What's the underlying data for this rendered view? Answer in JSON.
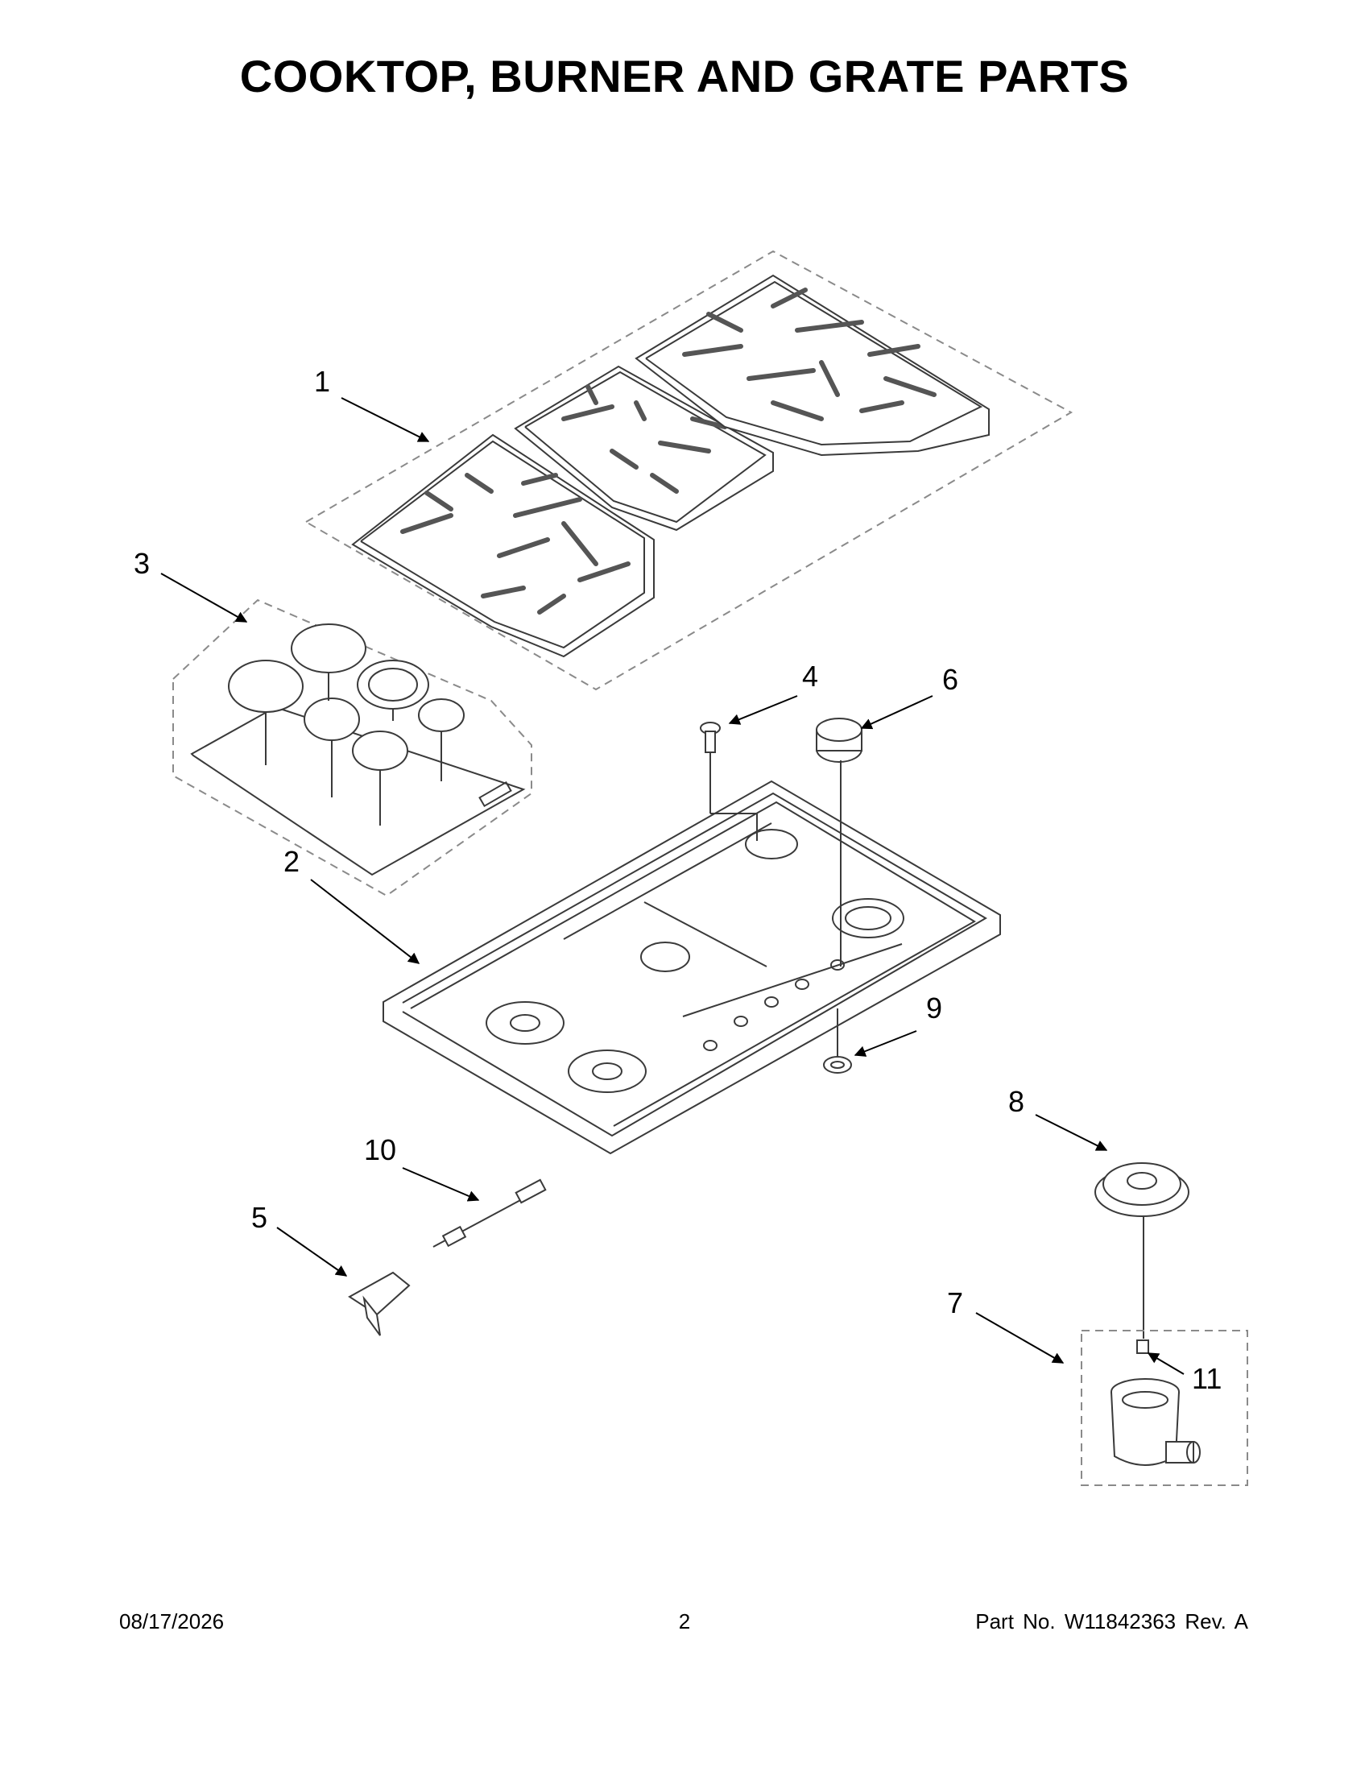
{
  "title": "COOKTOP, BURNER AND GRATE PARTS",
  "callouts": [
    "1",
    "2",
    "3",
    "4",
    "5",
    "6",
    "7",
    "8",
    "9",
    "10",
    "11"
  ],
  "footer": {
    "date": "08/17/2026",
    "page": "2",
    "part": "Part No.  W11842363  Rev.  A"
  },
  "colors": {
    "line": "#3a3a3a",
    "dash": "#8a8a8a",
    "ink": "#000000"
  }
}
